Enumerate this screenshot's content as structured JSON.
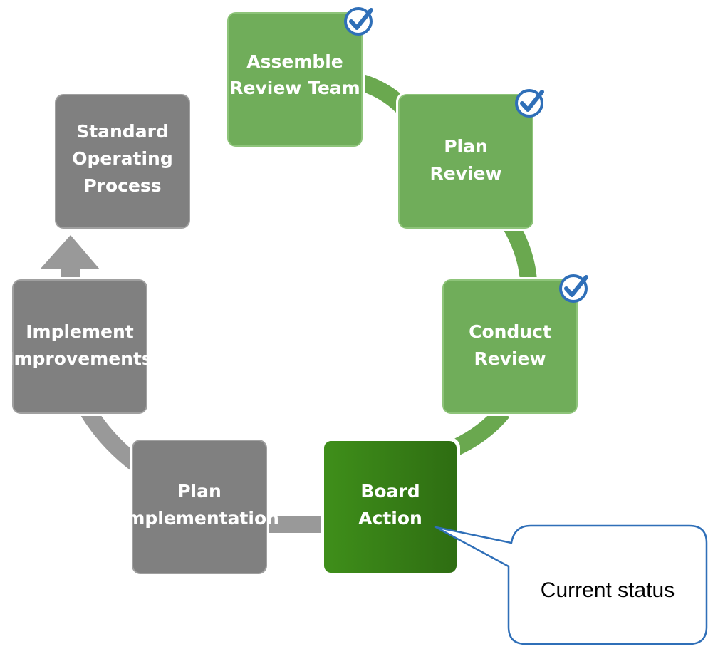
{
  "colors": {
    "done_fill": "#70ad5a",
    "done_edge": "#8ec47a",
    "current_fill_start": "#3f8f1a",
    "current_fill_end": "#2e6d12",
    "pending_fill": "#808080",
    "pending_edge": "#a0a0a0",
    "ring_green": "#6aa84f",
    "ring_gray": "#999999",
    "check_blue": "#2f6fb8",
    "callout_stroke": "#2f6fb8"
  },
  "nodes": [
    {
      "id": "assemble-review-team",
      "lines": [
        "Assemble",
        "Review Team"
      ],
      "status": "done",
      "checked": true
    },
    {
      "id": "plan-review",
      "lines": [
        "Plan",
        "Review"
      ],
      "status": "done",
      "checked": true
    },
    {
      "id": "conduct-review",
      "lines": [
        "Conduct",
        "Review"
      ],
      "status": "done",
      "checked": true
    },
    {
      "id": "board-action",
      "lines": [
        "Board",
        "Action"
      ],
      "status": "current",
      "checked": false
    },
    {
      "id": "plan-implementation",
      "lines": [
        "Plan",
        "Implementation"
      ],
      "status": "pending",
      "checked": false
    },
    {
      "id": "implement-improvements",
      "lines": [
        "Implement",
        "Improvements"
      ],
      "status": "pending",
      "checked": false
    },
    {
      "id": "standard-operating-process",
      "lines": [
        "Standard",
        "Operating",
        "Process"
      ],
      "status": "pending",
      "checked": false
    }
  ],
  "callout": {
    "text": "Current status",
    "points_to": "board-action"
  },
  "icons": {
    "check": "check-badge-icon",
    "arrow": "up-arrow-icon"
  }
}
